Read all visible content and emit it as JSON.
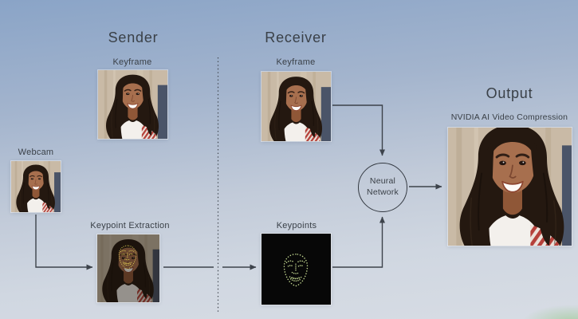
{
  "sections": {
    "sender": {
      "title": "Sender"
    },
    "receiver": {
      "title": "Receiver"
    },
    "output": {
      "title": "Output",
      "subtitle": "NVIDIA AI Video Compression"
    }
  },
  "nodes": {
    "sender_keyframe": {
      "label": "Keyframe"
    },
    "webcam": {
      "label": "Webcam"
    },
    "keypoint_extraction": {
      "label": "Keypoint Extraction"
    },
    "receiver_keyframe": {
      "label": "Keyframe"
    },
    "keypoints": {
      "label": "Keypoints"
    },
    "neural_network": {
      "line1": "Neural",
      "line2": "Network"
    }
  },
  "colors": {
    "background_top": "#8aa4c7",
    "background_bottom": "#d7dce4",
    "text": "#3a4047",
    "arrow": "#3d434b",
    "keypoint_yellow": "#decb52",
    "keypoint_green": "#c2d68f"
  }
}
